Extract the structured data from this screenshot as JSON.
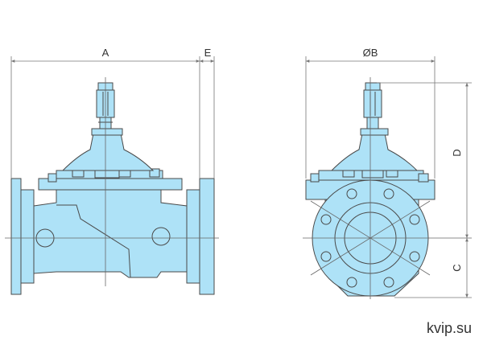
{
  "dimensions": {
    "a": "A",
    "e": "E",
    "ob": "ØB",
    "d": "D",
    "c": "C"
  },
  "watermark": "kvip.su",
  "colors": {
    "body_fill": "#aee2f7",
    "outline": "#4a4a4a",
    "dimension_line": "#777777",
    "centerline": "#666666"
  }
}
